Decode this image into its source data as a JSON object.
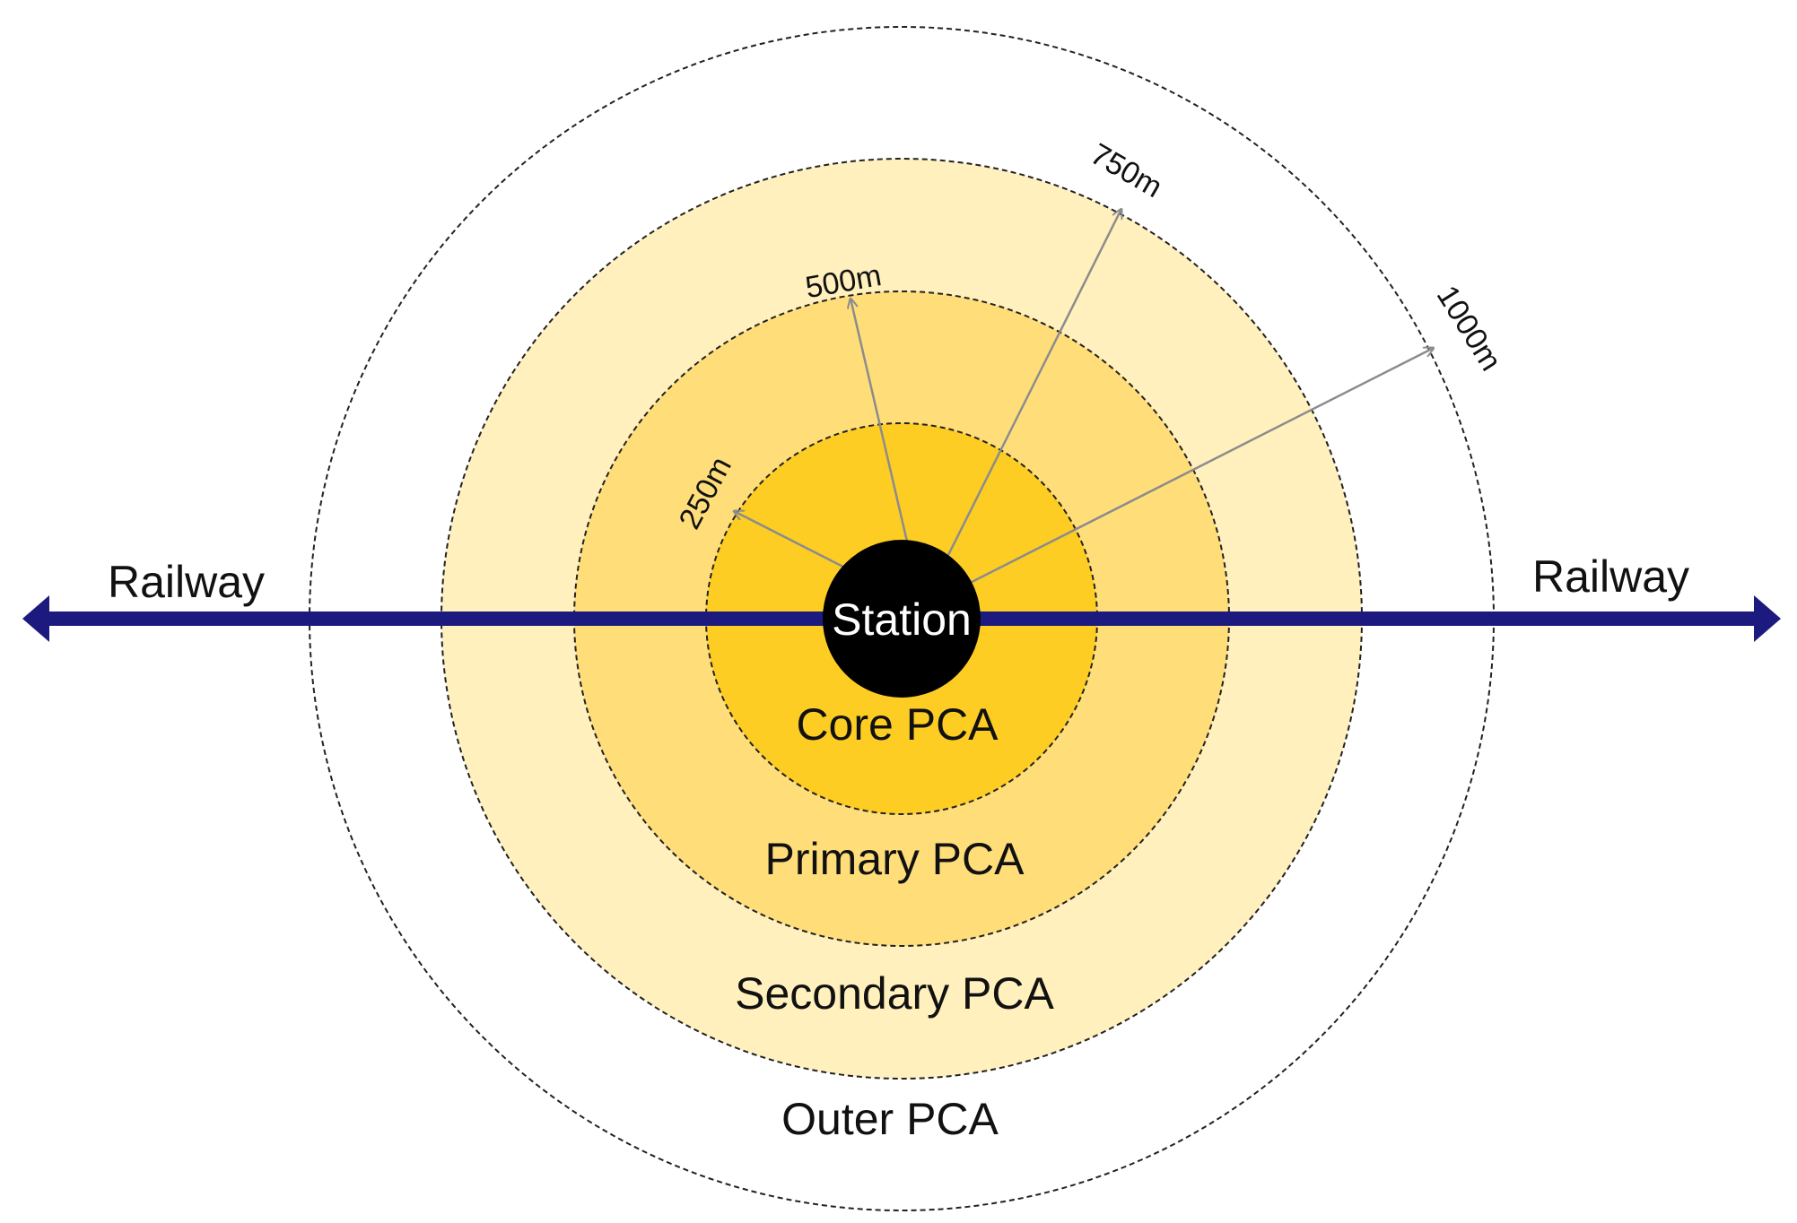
{
  "zones": [
    {
      "label": "Outer PCA",
      "fill": "#FFFFFF"
    },
    {
      "label": "Secondary PCA",
      "fill": "#FFF0BE"
    },
    {
      "label": "Primary PCA",
      "fill": "#FFDE7A"
    },
    {
      "label": "Core PCA",
      "fill": "#FDCD23"
    }
  ],
  "radii": [
    {
      "label": "250m",
      "value": 250
    },
    {
      "label": "500m",
      "value": 500
    },
    {
      "label": "750m",
      "value": 750
    },
    {
      "label": "1000m",
      "value": 1000
    }
  ],
  "station": {
    "label": "Station",
    "color": "#000000"
  },
  "railway": {
    "left_label": "Railway",
    "right_label": "Railway",
    "color": "#1C1A7E"
  },
  "colors": {
    "arrow": "#8C8C8C",
    "ring_outline": "#222222"
  }
}
